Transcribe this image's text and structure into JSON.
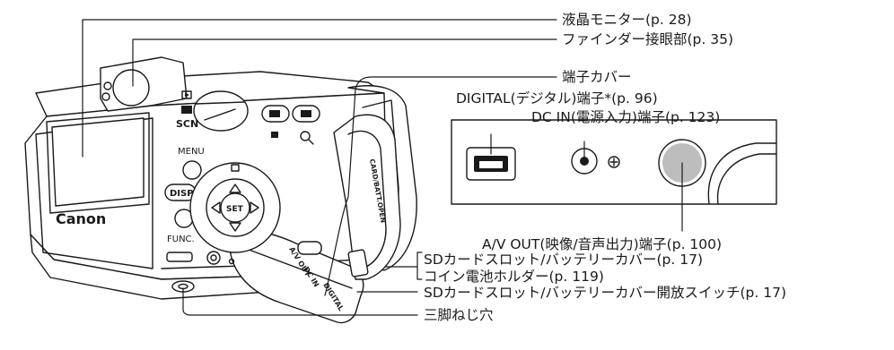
{
  "labels": {
    "lcd": "液晶モニター(p. 28)",
    "viewfinder": "ファインダー接眼部(p. 35)",
    "terminal_cover": "端子カバー",
    "digital_terminal": "DIGITAL(デジタル)端子*(p. 96)",
    "dc_in": "DC IN(電源入力)端子(p. 123)",
    "av_out": "A/V OUT(映像/音声出力)端子(p. 100)",
    "sd_cover": "SDカードスロット/バッテリーカバー(p. 17)",
    "coin_battery": "コイン電池ホルダー(p. 119)",
    "sd_switch": "SDカードスロット/バッテリーカバー開放スイッチ(p. 17)",
    "tripod": "三脚ねじ穴"
  },
  "camera_text": {
    "brand": "Canon",
    "scn": "SCN",
    "menu": "MENU",
    "disp": "DISP.",
    "set": "SET",
    "func": "FUNC.",
    "card_open": "CARD/BATT.OPEN",
    "cover_digital": "DIGITAL",
    "cover_dcin": "DC IN",
    "cover_avout": "A/V OUT"
  },
  "icons": [
    "camera-mode-icon",
    "playback-icon",
    "magnify-icon",
    "index-icon",
    "plus-icon"
  ],
  "colors": {
    "line": "#1a1a1a",
    "camera_body": "#ffffff",
    "screen": "#ffffff"
  }
}
